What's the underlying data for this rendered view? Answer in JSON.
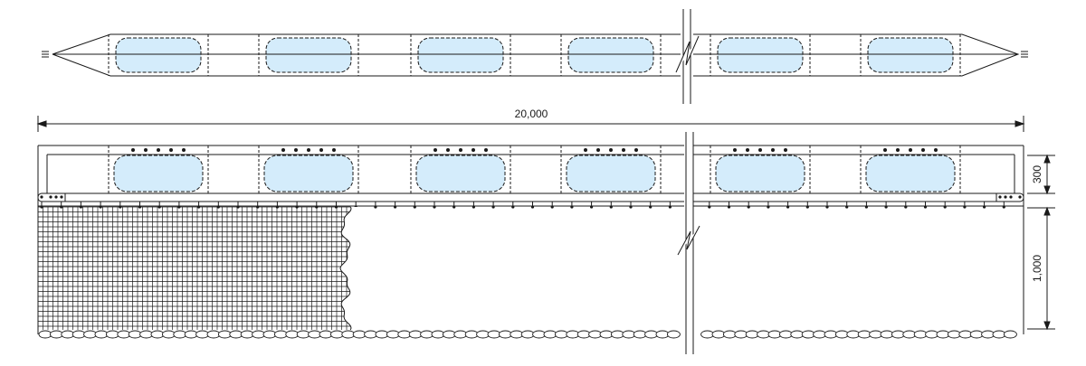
{
  "dimensions": {
    "total_length": "20,000",
    "float_section_height": "300",
    "net_depth": "1,000"
  },
  "floats": {
    "count": 6,
    "fill_color": "#d4ecfb",
    "outline_style": "dashed"
  },
  "colors": {
    "line": "#1a1a1a",
    "float_fill": "#d4ecfb",
    "background": "#ffffff"
  },
  "icons": {
    "break_mark": "z-break-icon",
    "end_tie": "rope-tie-icon"
  }
}
